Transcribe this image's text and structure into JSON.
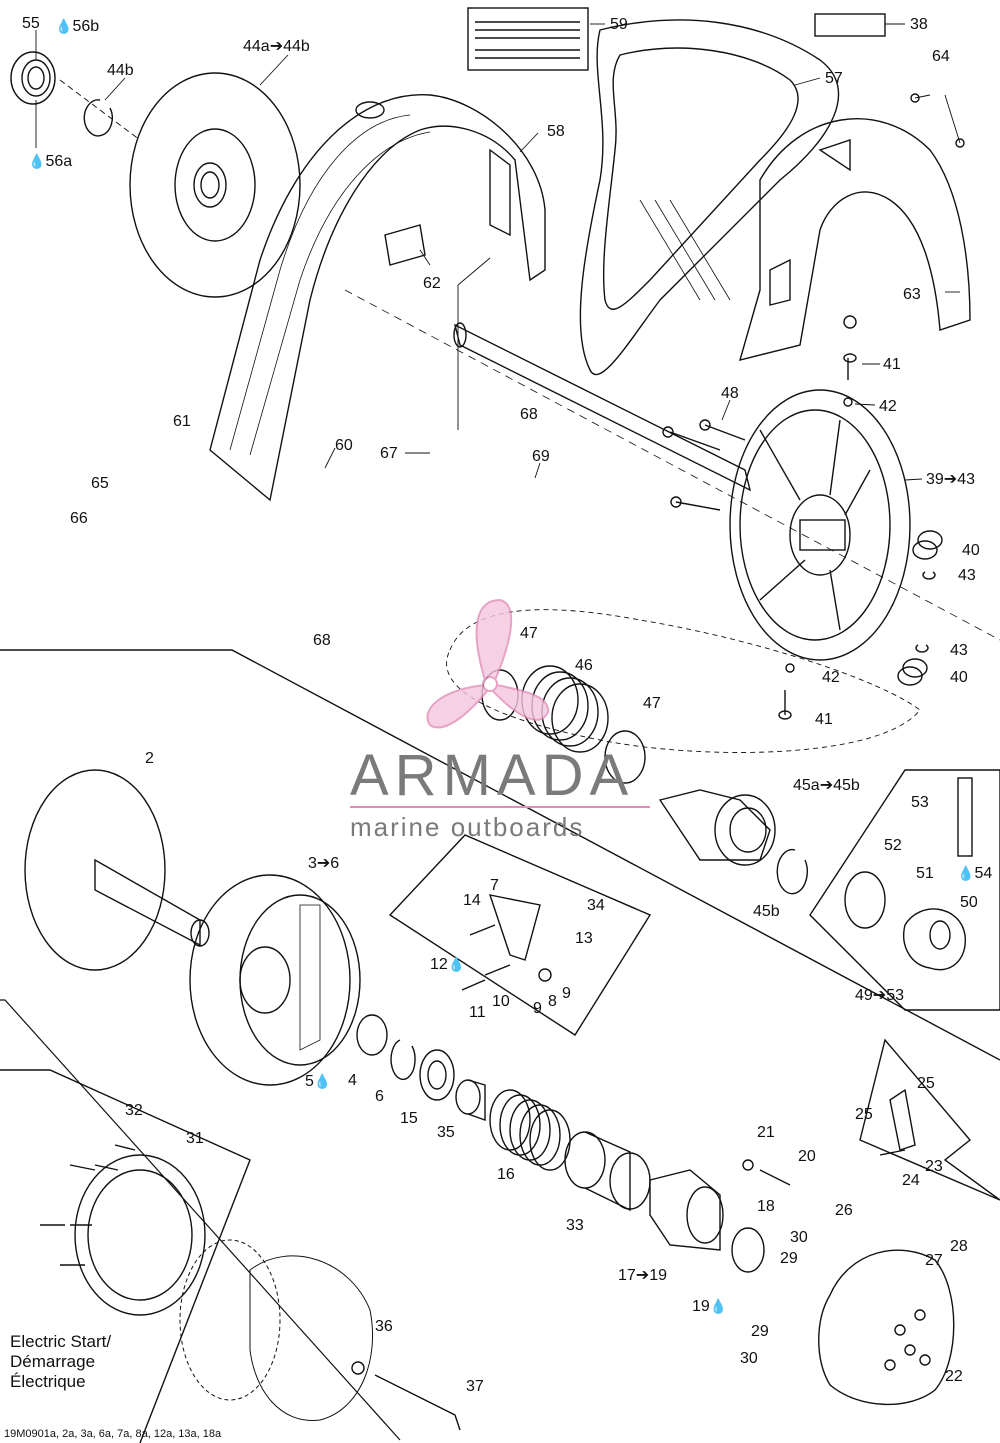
{
  "callouts": {
    "c55": "55",
    "c56b": "56b",
    "c56a": "56a",
    "c44a44b": "44a➔44b",
    "c44b": "44b",
    "c59": "59",
    "c38": "38",
    "c64": "64",
    "c57": "57",
    "c58": "58",
    "c62": "62",
    "c63": "63",
    "c41a": "41",
    "c42a": "42",
    "c48": "48",
    "c39": "39➔43",
    "c40a": "40",
    "c43a": "43",
    "c43b": "43",
    "c40b": "40",
    "c42b": "42",
    "c41b": "41",
    "c61": "61",
    "c60": "60",
    "c65": "65",
    "c66": "66",
    "c67": "67",
    "c68a": "68",
    "c69": "69",
    "c68b": "68",
    "c47a": "47",
    "c46": "46",
    "c47b": "47",
    "c45": "45a➔45b",
    "c45b": "45b",
    "c53": "53",
    "c52": "52",
    "c51": "51",
    "c54": "54",
    "c50": "50",
    "c4953": "49➔53",
    "c2": "2",
    "c36": "3➔6",
    "c7": "7",
    "c14": "14",
    "c34": "34",
    "c13": "13",
    "c12": "12",
    "c10": "10",
    "c11": "11",
    "c9a": "9",
    "c8": "8",
    "c9b": "9",
    "c5": "5",
    "c4": "4",
    "c6": "6",
    "c15": "15",
    "c35": "35",
    "c16": "16",
    "c33": "33",
    "c21": "21",
    "c20": "20",
    "c18": "18",
    "c1719": "17➔19",
    "c19": "19",
    "c25a": "25",
    "c25b": "25",
    "c23": "23",
    "c24": "24",
    "c26": "26",
    "c27": "27",
    "c28": "28",
    "c30a": "30",
    "c29a": "29",
    "c29b": "29",
    "c30b": "30",
    "c22": "22",
    "c32": "32",
    "c31": "31",
    "c36b": "36",
    "c37": "37"
  },
  "drop_glyph": "💧",
  "brand": {
    "name": "ARMADA",
    "tagline": "marine outboards",
    "accent": "#e28bb8",
    "text_color": "#7a7a7a"
  },
  "electric_start": {
    "line1": "Electric Start/",
    "line2": "Démarrage",
    "line3": "Électrique"
  },
  "footer": "19M0901a, 2a, 3a, 6a, 7a, 8a, 12a, 13a, 18a",
  "icons": [
    "oil-drop-icon",
    "propeller-logo-icon"
  ]
}
